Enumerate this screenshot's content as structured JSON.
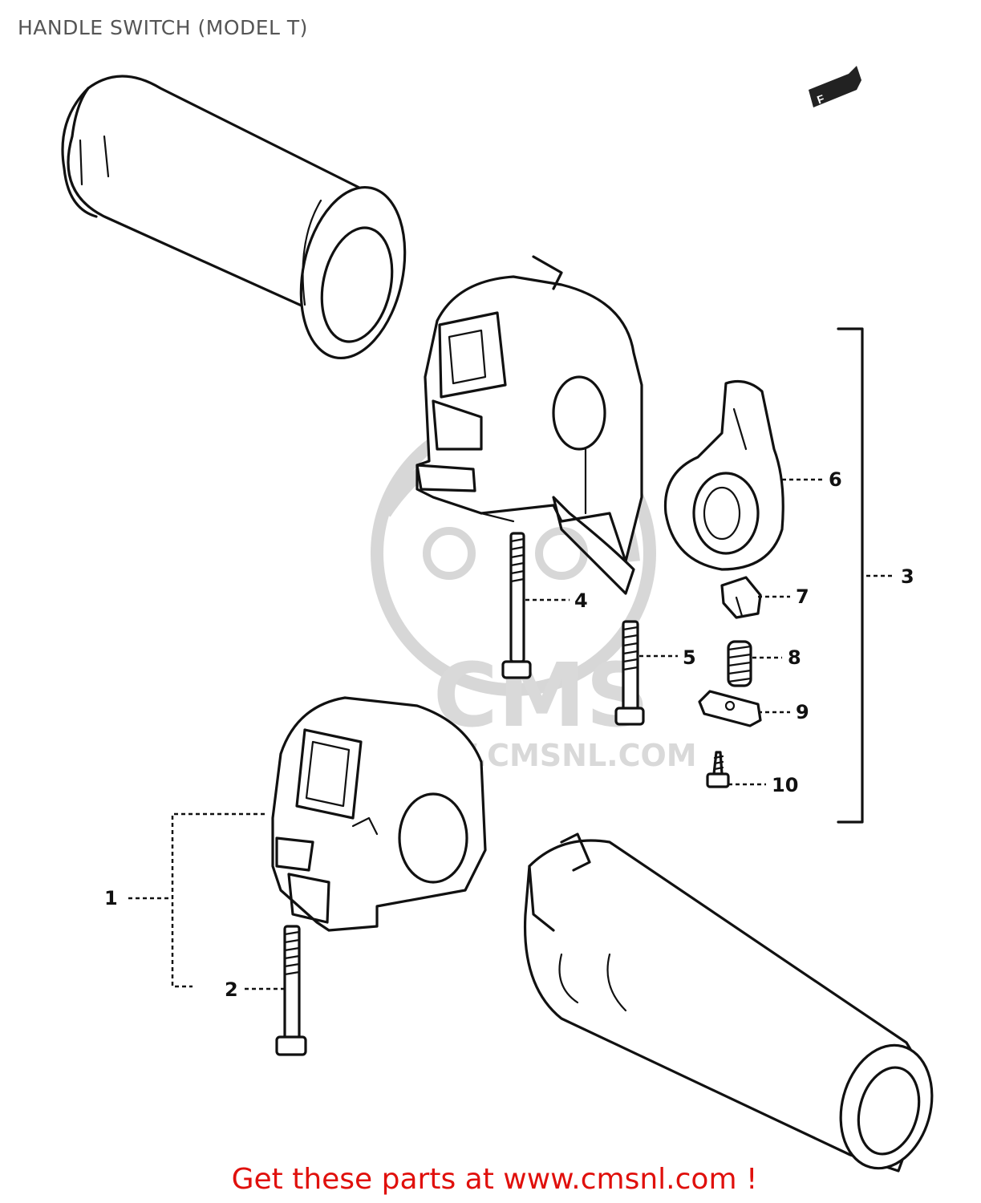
{
  "title": "HANDLE SWITCH (MODEL T)",
  "footer": "Get these parts at www.cmsnl.com !",
  "watermark": {
    "brand": "CMS",
    "url": "WWW.CMSNL.COM"
  },
  "direction_badge": "F",
  "parts": [
    {
      "number": "1",
      "part": "left-switch-housing"
    },
    {
      "number": "2",
      "part": "left-housing-screw"
    },
    {
      "number": "3",
      "part": "right-switch-assembly"
    },
    {
      "number": "4",
      "part": "right-housing-screw-long"
    },
    {
      "number": "5",
      "part": "right-housing-screw-short"
    },
    {
      "number": "6",
      "part": "throttle-cam"
    },
    {
      "number": "7",
      "part": "cap"
    },
    {
      "number": "8",
      "part": "spring"
    },
    {
      "number": "9",
      "part": "plate"
    },
    {
      "number": "10",
      "part": "screw"
    }
  ],
  "colors": {
    "footer": "#e0100c",
    "title": "#555555",
    "watermark": "#d9d9d9"
  }
}
